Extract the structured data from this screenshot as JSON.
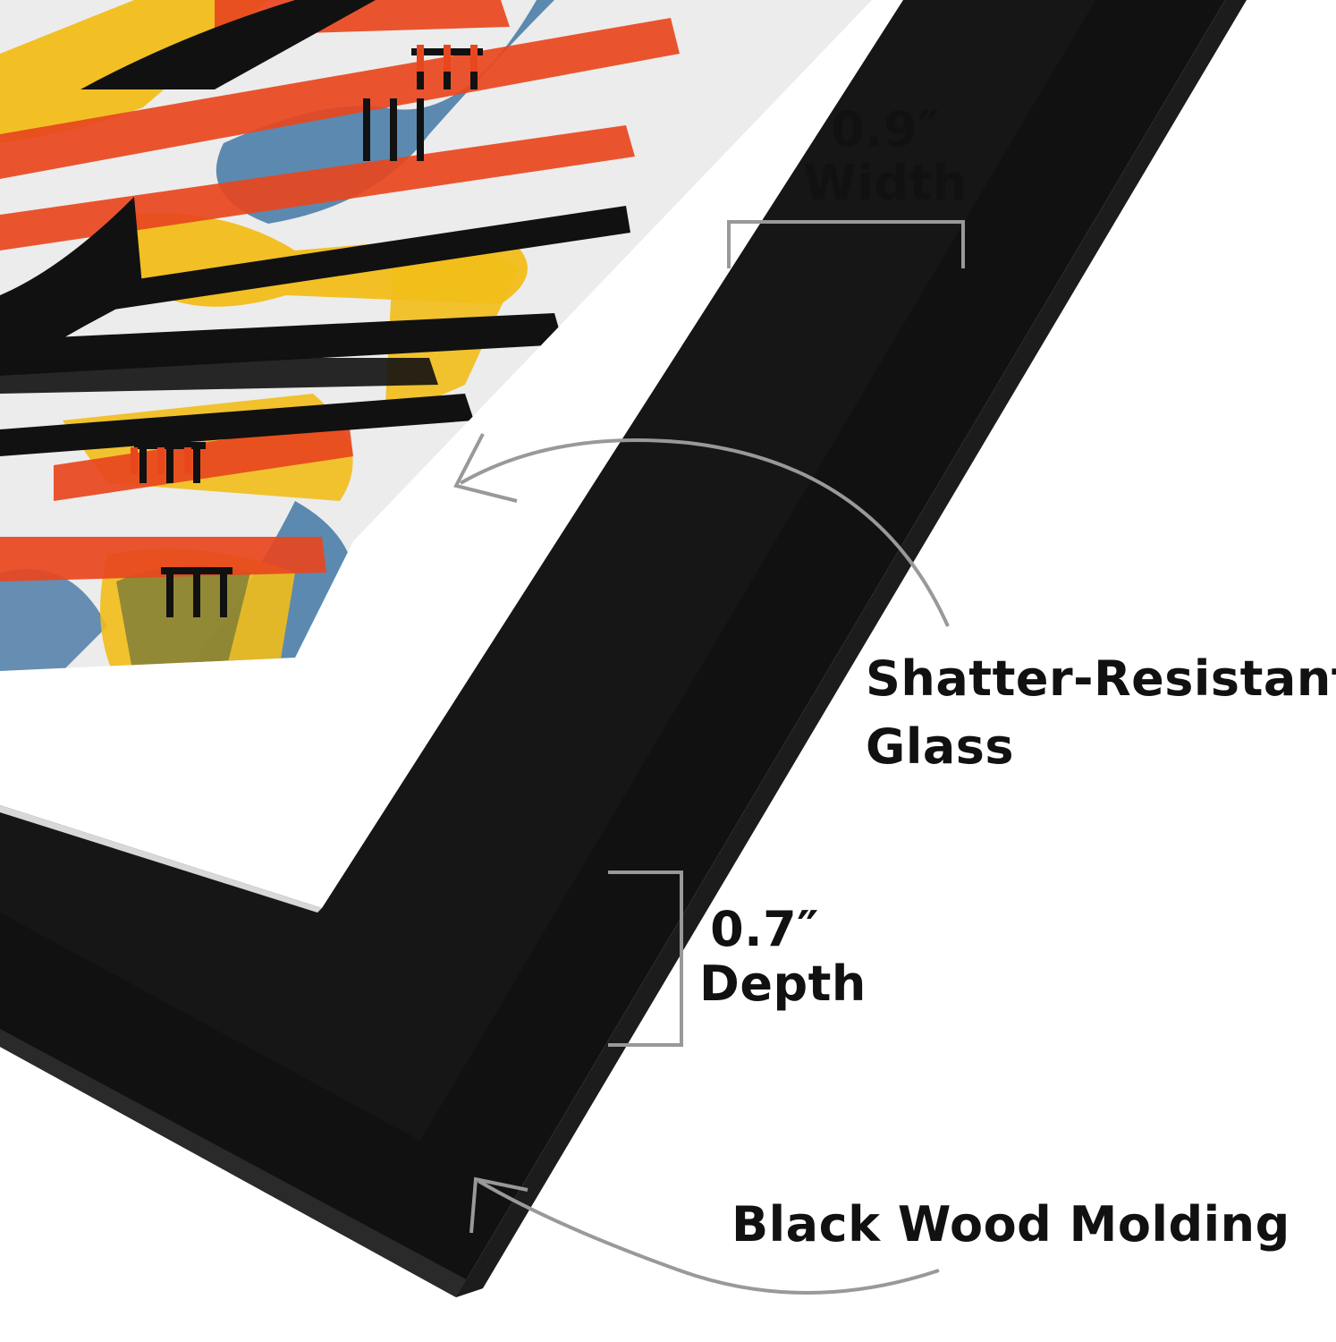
{
  "callouts": {
    "width": {
      "value": "0.9″",
      "label": "Width"
    },
    "glass": {
      "line1": "Shatter-Resistant",
      "line2": "Glass"
    },
    "depth": {
      "value": "0.7″",
      "label": "Depth"
    },
    "molding": {
      "label": "Black Wood Molding"
    }
  },
  "colors": {
    "background": "#ffffff",
    "frame": "#111111",
    "frame_edge": "#2a2a2a",
    "mat": "#ffffff",
    "art_background": "#ececec",
    "art_orange": "#e8471e",
    "art_yellow": "#f2be1a",
    "art_blue": "#4d7ea8",
    "art_black": "#111111",
    "annotation_line": "#999999"
  },
  "icons": [
    "trumpet-icon",
    "curved-arrow-icon",
    "dimension-bracket-icon"
  ]
}
